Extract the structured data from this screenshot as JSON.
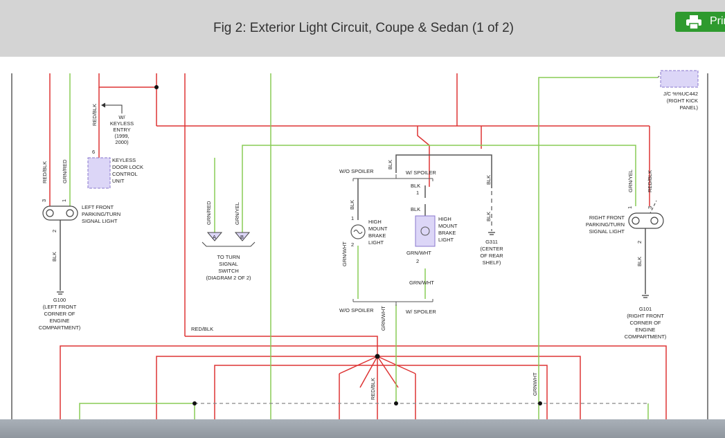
{
  "header": {
    "title": "Fig 2: Exterior Light Circuit, Coupe & Sedan (1 of 2)",
    "print_label": "Print"
  },
  "labels": {
    "w_keyless_entry": [
      "W/",
      "KEYLESS",
      "ENTRY",
      "(1999,",
      "2000)"
    ],
    "pin_6": "6",
    "keyless_unit": [
      "KEYLESS",
      "DOOR LOCK",
      "CONTROL",
      "UNIT"
    ],
    "left_light": [
      "LEFT FRONT",
      "PARKING/TURN",
      "SIGNAL LIGHT"
    ],
    "g100": [
      "G100",
      "(LEFT FRONT",
      "CORNER OF",
      "ENGINE",
      "COMPARTMENT)"
    ],
    "turn_switch": [
      "TO TURN",
      "SIGNAL",
      "SWITCH",
      "(DIAGRAM 2 OF 2)"
    ],
    "conn_a": "A",
    "conn_b": "B",
    "wo_spoiler": "W/O SPOILER",
    "w_spoiler": "W/ SPOILER",
    "hmbl_left": [
      "HIGH",
      "MOUNT",
      "BRAKE",
      "LIGHT"
    ],
    "hmbl_right": [
      "HIGH",
      "MOUNT",
      "BRAKE",
      "LIGHT"
    ],
    "g311": [
      "G311",
      "(CENTER",
      "OF REAR",
      "SHELF)"
    ],
    "jc": [
      "J/C %%UC442",
      "(RIGHT KICK",
      "PANEL)"
    ],
    "right_light": [
      "RIGHT FRONT",
      "PARKING/TURN",
      "SIGNAL LIGHT"
    ],
    "g101": [
      "G101",
      "(RIGHT FRONT",
      "CORNER OF",
      "ENGINE",
      "COMPARTMENT)"
    ],
    "red_blk_horizontal": "RED/BLK",
    "wires": {
      "red_blk": "RED/BLK",
      "grn_red": "GRN/RED",
      "grn_yel": "GRN/YEL",
      "blk": "BLK",
      "grn_wht": "GRN/WHT",
      "grn_wht_slash": "GRN/ WHT",
      "grn_wht_alt": "GRNWHT"
    },
    "pins": {
      "p1": "1",
      "p2": "2",
      "p3": "3"
    }
  },
  "colors": {
    "red_wire": "#dd3333",
    "green_wire": "#88cc55",
    "gray_wire": "#555555",
    "component_fill": "#dcd6f7",
    "component_stroke": "#8877cc",
    "print_button": "#2e9a2e"
  }
}
